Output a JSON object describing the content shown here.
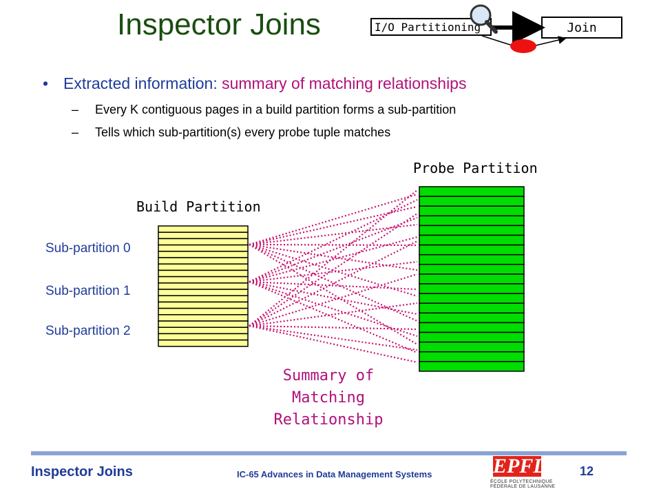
{
  "slide": {
    "title": "Inspector Joins",
    "header_flow": {
      "io_label": "I/O Partitioning",
      "join_label": "Join"
    },
    "bullet": {
      "lead": "Extracted information: ",
      "accent": "summary of matching relationships",
      "subs": [
        "Every K contiguous pages in a build partition forms a sub-partition",
        "Tells which sub-partition(s) every probe tuple matches"
      ]
    },
    "diagram": {
      "build_label": "Build Partition",
      "probe_label": "Probe Partition",
      "sub_partitions": [
        "Sub-partition 0",
        "Sub-partition 1",
        "Sub-partition 2"
      ],
      "summary_lines": [
        "Summary of",
        "Matching",
        "Relationship"
      ],
      "colors": {
        "build_fill": "#ffff99",
        "probe_fill": "#00dd00",
        "link": "#c8106e",
        "title": "#1a4d10",
        "text_blue": "#1f3b99",
        "accent": "#b0107a"
      }
    },
    "footer": {
      "title": "Inspector Joins",
      "course": "IC-65 Advances in Data Management Systems",
      "page": "12",
      "logo_text": "EPFL",
      "logo_sub1": "ÉCOLE POLYTECHNIQUE",
      "logo_sub2": "FÉDÉRALE DE LAUSANNE"
    }
  }
}
